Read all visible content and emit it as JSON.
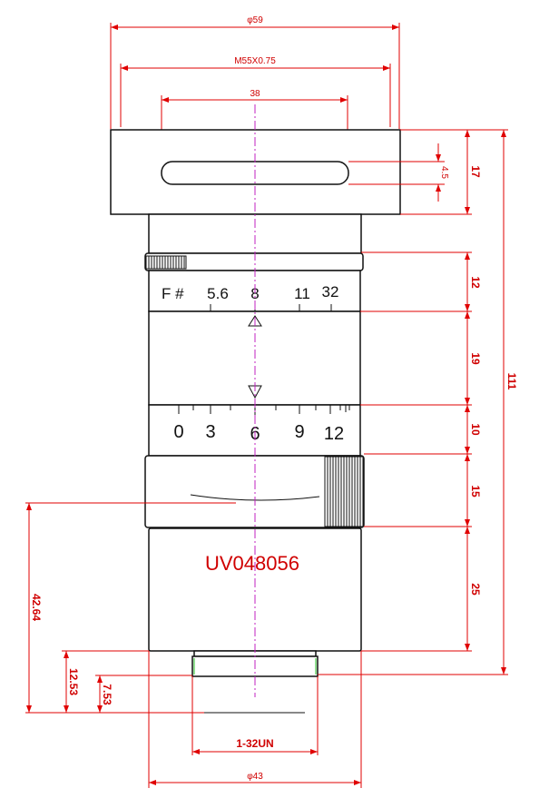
{
  "drawing": {
    "model": "UV048056",
    "top_dims": {
      "outer_diameter": "φ59",
      "thread": "M55X0.75",
      "slot_length": "38"
    },
    "slot_width": "4.5",
    "right_dims": [
      "17",
      "12",
      "19",
      "10",
      "15",
      "25"
    ],
    "overall_length": "111",
    "left_dims": {
      "flange_to_ring": "42.64",
      "flange_12": "12.53",
      "flange_7": "7.53"
    },
    "bottom_dims": {
      "mount": "1-32UN",
      "body_diameter": "φ43"
    },
    "fstop_scale": {
      "label": "F #",
      "values": [
        "5.6",
        "8",
        "11",
        "32"
      ]
    },
    "focus_scale": {
      "values": [
        "0",
        "3",
        "6",
        "9",
        "12"
      ]
    }
  }
}
